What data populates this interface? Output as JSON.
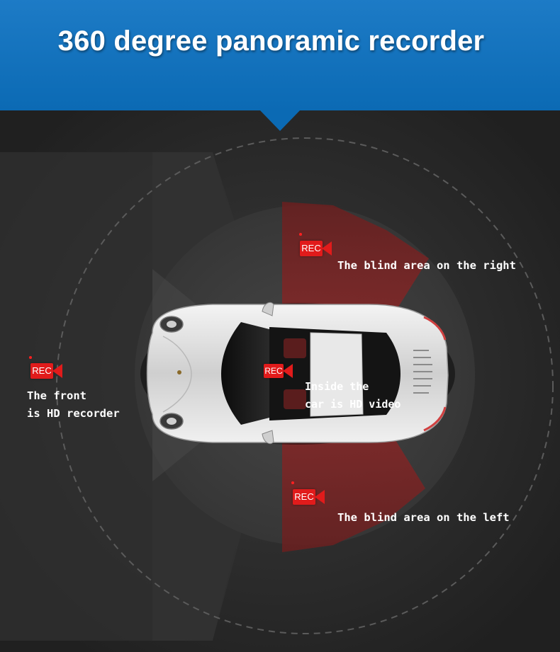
{
  "title": "360 degree panoramic recorder",
  "colors": {
    "header_blue": "#0b6ab4",
    "background": "#262626",
    "rec_red": "#e11b1b",
    "blind_zone": "#7a2323",
    "car_body": "#d9d9d9"
  },
  "rec_label": "REC",
  "zones": {
    "right_blind": {
      "caption": "The blind area on the right"
    },
    "left_blind": {
      "caption": "The blind area on the left"
    },
    "front": {
      "caption_line1": "The front",
      "caption_line2": "is HD recorder"
    },
    "inside": {
      "caption_line1": "Inside the",
      "caption_line2": "car is HD video"
    }
  },
  "icons": [
    "rec-camera-icon",
    "car-top-view-icon"
  ]
}
